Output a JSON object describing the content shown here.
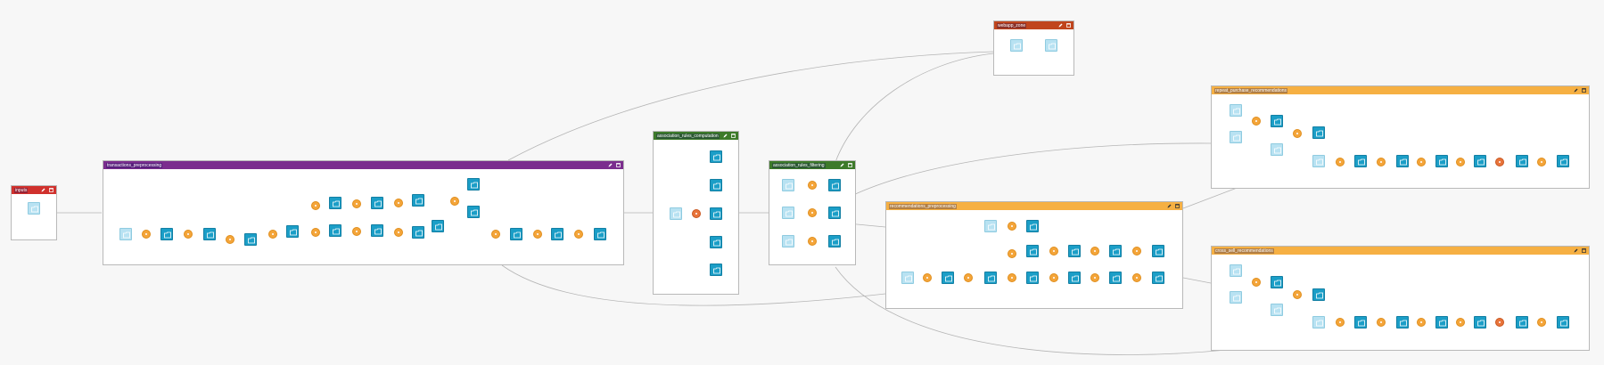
{
  "flow": {
    "zones": [
      {
        "id": "inputs",
        "title": "inputs",
        "color": "#d0312d"
      },
      {
        "id": "transactions_preprocessing",
        "title": "transactions_preprocessing",
        "color": "#7b2d8e"
      },
      {
        "id": "association_rules_computation",
        "title": "association_rules_computation",
        "color": "#3d7a2a"
      },
      {
        "id": "association_rules_filtering",
        "title": "association_rules_filtering",
        "color": "#3d7a2a"
      },
      {
        "id": "webapp_zone",
        "title": "webapp_zone",
        "color": "#c0451d"
      },
      {
        "id": "recommendations_preprocessing",
        "title": "recommendations_preprocessing",
        "color": "#f6b043"
      },
      {
        "id": "repeat_purchase_recommendations",
        "title": "repeat_purchase_recommendations",
        "color": "#f6b043"
      },
      {
        "id": "cross_sell_recommendations",
        "title": "cross_sell_recommendations",
        "color": "#f6b043"
      }
    ],
    "node_label": "",
    "icons": {
      "edit": "pencil-icon",
      "maximize": "window-icon",
      "dataset": "folder-icon",
      "recipe": "recipe-circle-icon"
    },
    "colors": {
      "dataset": "#1b9ec7",
      "dataset_shared": "#b8e2f2",
      "recipe": "#f4a53a",
      "link": "#b5b5b5",
      "label": "#2a7fb0"
    }
  }
}
